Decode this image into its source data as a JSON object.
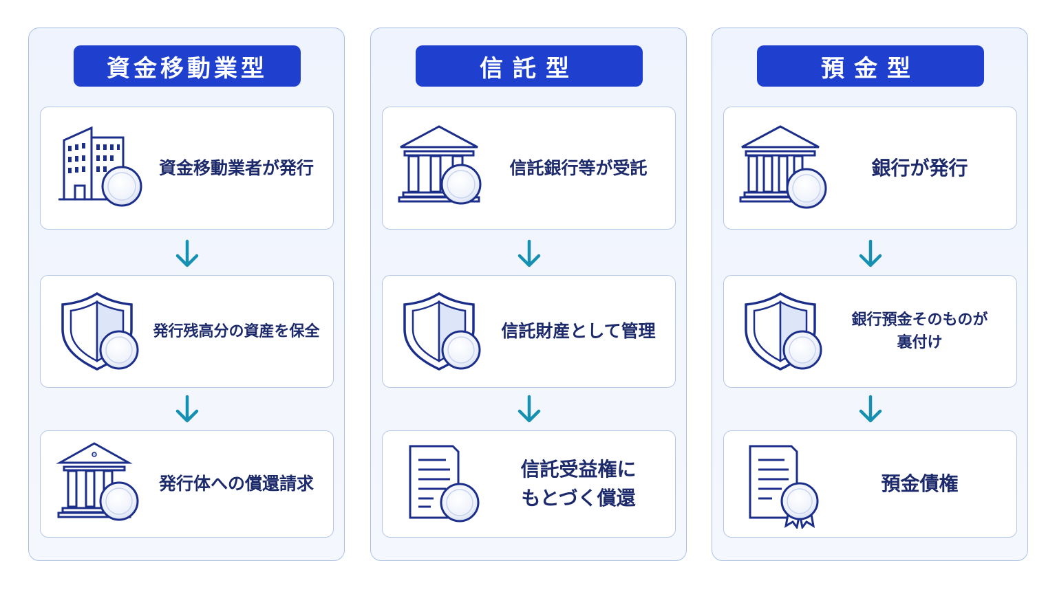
{
  "colors": {
    "badge": "#1f3fcf",
    "icon_stroke": "#1b2e8a",
    "arrow": "#1690b0",
    "card_text": "#1c2a6b"
  },
  "columns": [
    {
      "title": "資金移動業型",
      "cards": [
        {
          "icon": "office-building-coin-icon",
          "label": "資金移動業者が発行"
        },
        {
          "icon": "shield-coin-icon",
          "label": "発行残高分の資産を保全"
        },
        {
          "icon": "bank-coin-icon",
          "label": "発行体への償還請求"
        }
      ]
    },
    {
      "title": "信託型",
      "cards": [
        {
          "icon": "bank-coin-icon",
          "label": "信託銀行等が受託"
        },
        {
          "icon": "shield-coin-icon",
          "label": "信託財産として管理"
        },
        {
          "icon": "document-coin-icon",
          "label": "信託受益権に\nもとづく償還"
        }
      ]
    },
    {
      "title": "預金型",
      "cards": [
        {
          "icon": "bank-coin-icon",
          "label": "銀行が発行"
        },
        {
          "icon": "shield-coin-icon",
          "label": "銀行預金そのものが\n裏付け"
        },
        {
          "icon": "certificate-seal-icon",
          "label": "預金債権"
        }
      ]
    }
  ]
}
